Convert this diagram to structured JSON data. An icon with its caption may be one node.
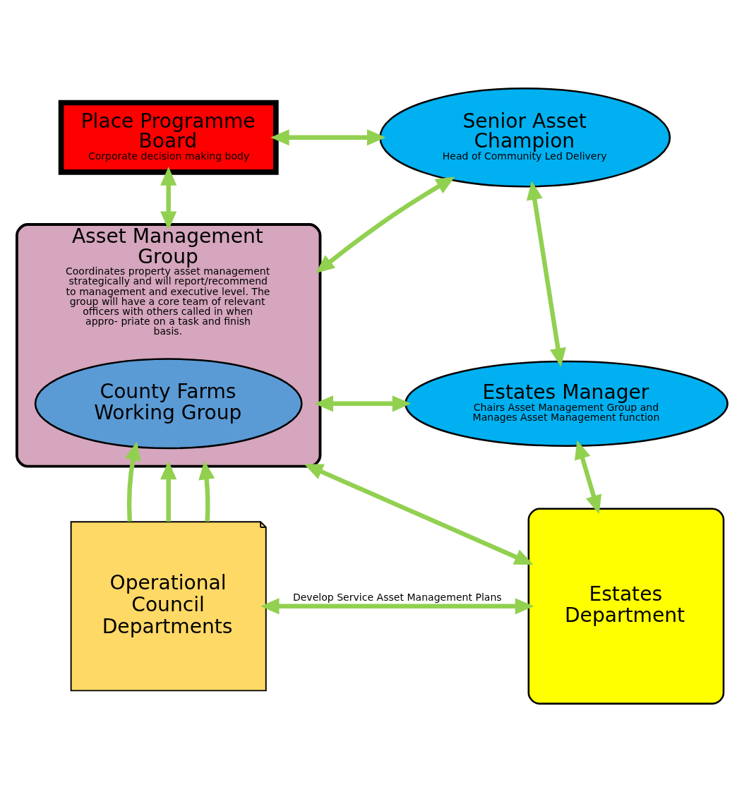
{
  "diagram": {
    "nodes": [
      {
        "text": [
          "Place Programme Board",
          "Corporate decision making body"
        ]
      },
      {
        "text": [
          "Senior Asset Champion",
          "Head of Community Led Delivery"
        ]
      },
      {
        "text": [
          "Asset Management Group",
          "Coordinates property asset management strategically and will report/recommend to management and executive level. The group will have a core team of relevant officers with others called in when appro- priate on a task and finish basis."
        ]
      },
      {
        "text": [
          "County Farms Working Group"
        ],
        "in": 2
      },
      {
        "text": [
          "Estates Manager",
          "Chairs Asset Management Group and Manages Asset Management function"
        ]
      },
      {
        "text": [
          "Estates Department"
        ]
      },
      {
        "text": [
          "Operational Council Departments"
        ]
      }
    ],
    "edges": [
      {
        "from": 0,
        "to": 1,
        "arrow": "both"
      },
      {
        "from": 0,
        "to": 2,
        "arrow": "both"
      },
      {
        "from": 1,
        "to": 2,
        "arrow": "both"
      },
      {
        "from": 1,
        "to": 4,
        "arrow": "both"
      },
      {
        "from": 4,
        "to": 2,
        "arrow": "both"
      },
      {
        "from": 2,
        "to": 5,
        "arrow": "both"
      },
      {
        "from": 4,
        "to": 5,
        "arrow": "both"
      },
      {
        "from": 6,
        "to": 3,
        "arrow": "to"
      },
      {
        "from": 6,
        "to": 2,
        "arrow": "to"
      },
      {
        "from": 6,
        "to": 2,
        "arrow": "to"
      },
      {
        "from": 6,
        "to": 5,
        "arrow": "both",
        "label": "Develop Service Asset Management Plans"
      }
    ]
  }
}
